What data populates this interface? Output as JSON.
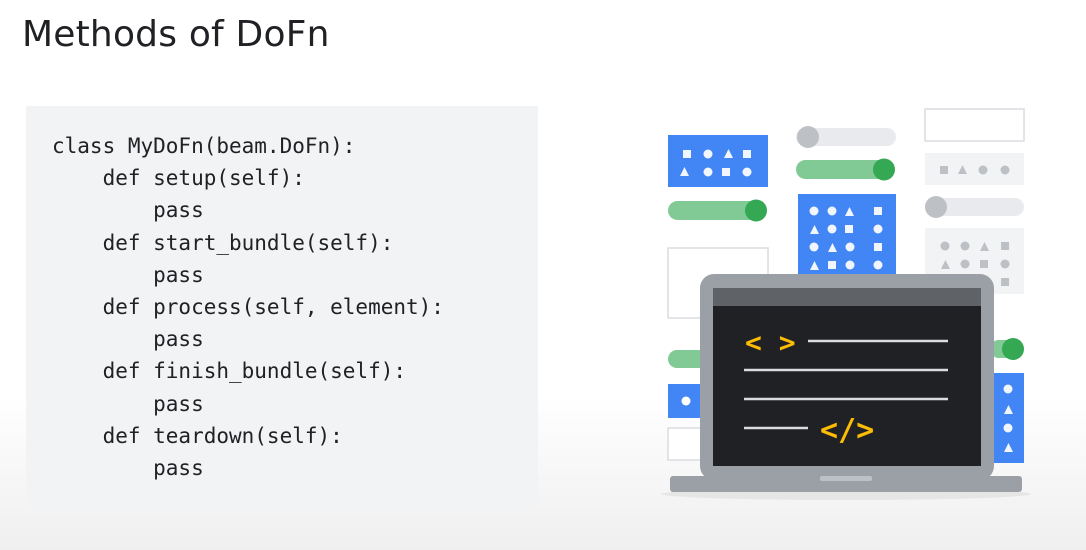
{
  "slide": {
    "title": "Methods of DoFn"
  },
  "code": {
    "language": "python",
    "lines": [
      "class MyDoFn(beam.DoFn):",
      "    def setup(self):",
      "        pass",
      "    def start_bundle(self):",
      "        pass",
      "    def process(self, element):",
      "        pass",
      "    def finish_bundle(self):",
      "        pass",
      "    def teardown(self):",
      "        pass"
    ]
  },
  "illustration": {
    "screen_code_open": "< >",
    "screen_code_close": "</>",
    "colors": {
      "blue": "#4285f4",
      "green": "#34a853",
      "light_green": "#81c995",
      "yellow": "#fbbc04",
      "gray": "#dadce0",
      "screen": "#202124",
      "laptop": "#9aa0a6"
    }
  }
}
